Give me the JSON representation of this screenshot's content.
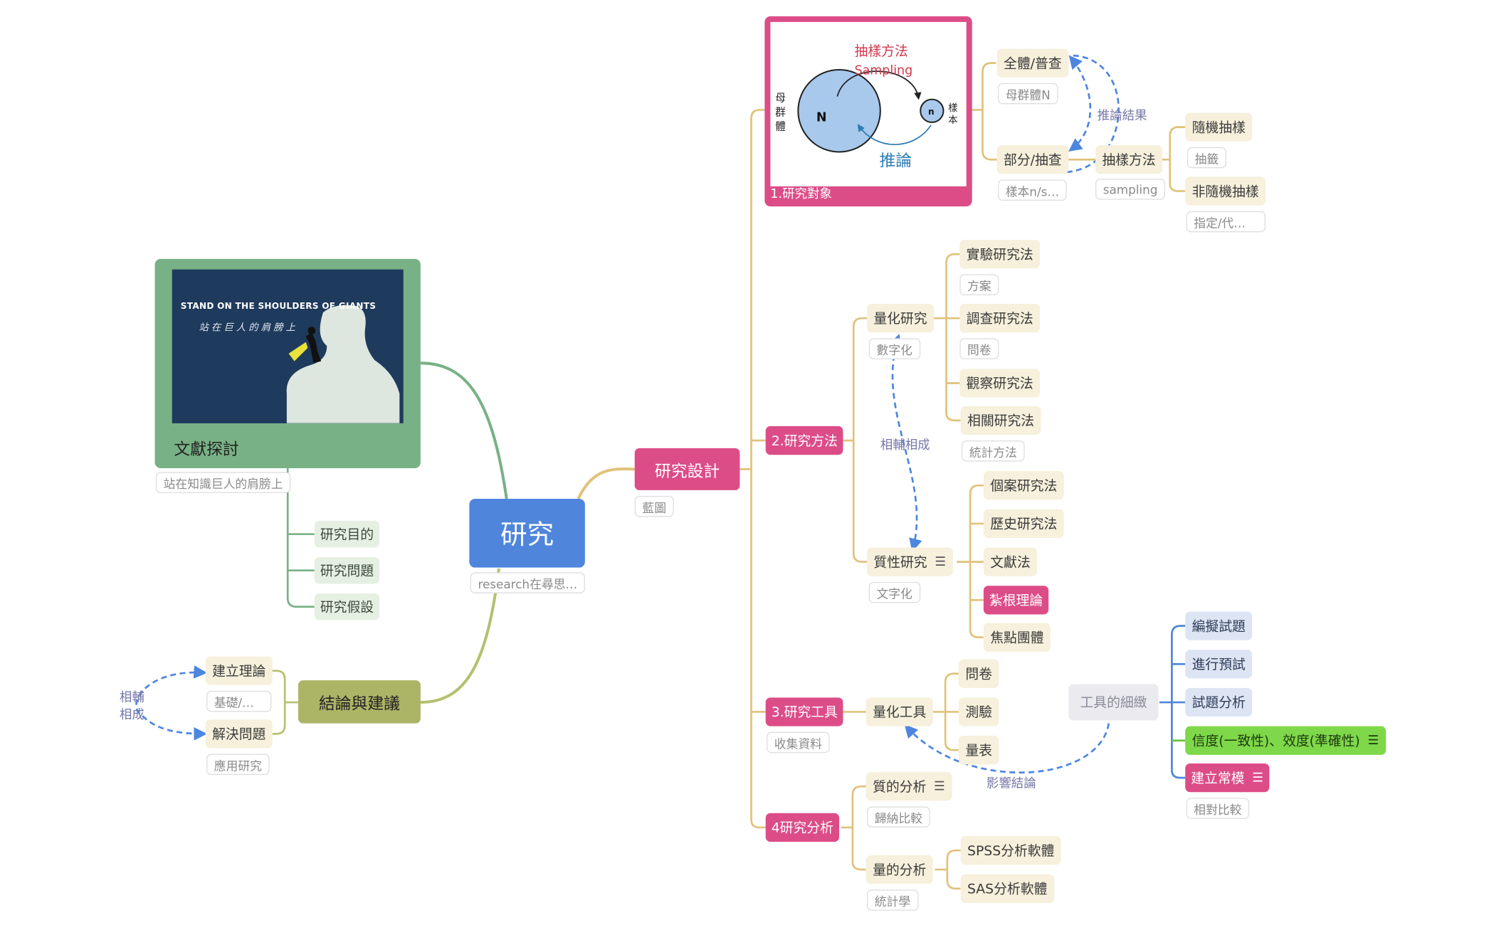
{
  "root": {
    "title": "研究",
    "note": "research在尋思…"
  },
  "design": {
    "title": "研究設計",
    "note": "藍圖"
  },
  "object": {
    "title": "1.研究對象",
    "figure": {
      "sampling_cn": "抽樣方法",
      "sampling_en": "Sampling",
      "N": "N",
      "n": "n",
      "population": "母群體",
      "sample": "樣本",
      "inference": "推論"
    },
    "census": {
      "label": "全體/普查",
      "note": "母群體N"
    },
    "partial": {
      "label": "部分/抽查",
      "note": "樣本n/s…"
    },
    "method": {
      "label": "抽樣方法",
      "note": "sampling"
    },
    "random": {
      "label": "隨機抽樣",
      "note": "抽籤"
    },
    "nonrandom": {
      "label": "非隨機抽樣",
      "note": "指定/代…"
    },
    "link_label": "推論結果"
  },
  "methods": {
    "title": "2.研究方法",
    "quant": {
      "label": "量化研究",
      "note": "數字化"
    },
    "qual": {
      "label": "質性研究",
      "note": "文字化"
    },
    "link_label": "相輔相成",
    "quant_children": [
      {
        "label": "實驗研究法",
        "note": "方案"
      },
      {
        "label": "調查研究法",
        "note": "問卷"
      },
      {
        "label": "觀察研究法",
        "note": ""
      },
      {
        "label": "相關研究法",
        "note": "統計方法"
      }
    ],
    "qual_children": [
      "個案研究法",
      "歷史研究法",
      "文獻法",
      "紮根理論",
      "焦點團體"
    ]
  },
  "tools": {
    "title": "3.研究工具",
    "note": "收集資料",
    "quant_tool": "量化工具",
    "children": [
      "問卷",
      "測驗",
      "量表"
    ],
    "detail": "工具的細緻",
    "detail_children": [
      "編擬試題",
      "進行預試",
      "試題分析",
      "信度(一致性)、效度(準確性)",
      "建立常模"
    ],
    "norm_note": "相對比較",
    "link_label": "影響結論"
  },
  "analysis": {
    "title": "4研究分析",
    "qual": {
      "label": "質的分析",
      "note": "歸納比較"
    },
    "quant": {
      "label": "量的分析",
      "note": "統計學"
    },
    "software": [
      "SPSS分析軟體",
      "SAS分析軟體"
    ]
  },
  "literature": {
    "title": "文獻探討",
    "note": "站在知識巨人的肩膀上",
    "image_text_en": "STAND ON THE SHOULDERS OF GIANTS",
    "image_text_cn": "站在巨人的肩膀上",
    "children": [
      "研究目的",
      "研究問題",
      "研究假設"
    ]
  },
  "conclusion": {
    "title": "結論與建議",
    "theory": {
      "label": "建立理論",
      "note": "基礎/…"
    },
    "solve": {
      "label": "解決問題",
      "note": "應用研究"
    },
    "link_label_1": "相輔",
    "link_label_2": "相成"
  },
  "colors": {
    "root": "#4f86dc",
    "pink": "#dc4d88",
    "gold": "#e0c27a",
    "green": "#78b185",
    "olive": "#a9b466",
    "blue_branch": "#4e86d8",
    "dash": "#4d86e0"
  }
}
